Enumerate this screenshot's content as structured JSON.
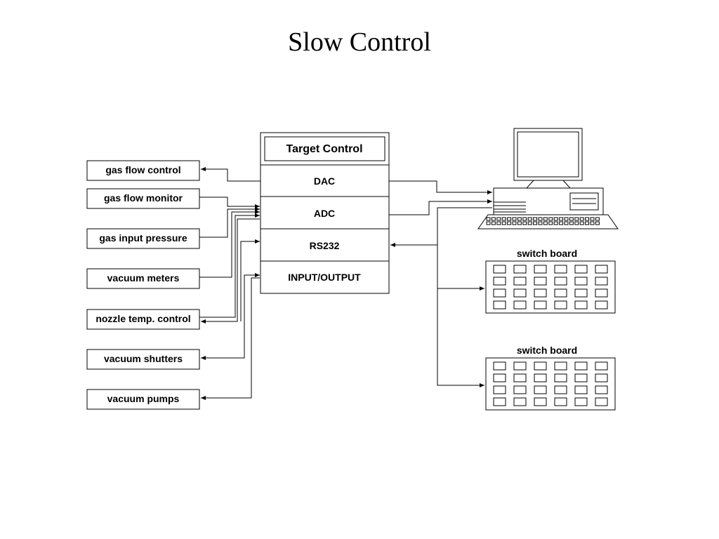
{
  "title": "Slow Control",
  "target_control": {
    "header": "Target Control",
    "sections": [
      "DAC",
      "ADC",
      "RS232",
      "INPUT/OUTPUT"
    ]
  },
  "left_devices": [
    "gas flow control",
    "gas flow monitor",
    "gas input pressure",
    "vacuum meters",
    "nozzle temp. control",
    "vacuum shutters",
    "vacuum pumps"
  ],
  "switch_boards": [
    {
      "label": "switch board"
    },
    {
      "label": "switch board"
    }
  ],
  "icons": {
    "computer": "desktop-computer-icon"
  }
}
